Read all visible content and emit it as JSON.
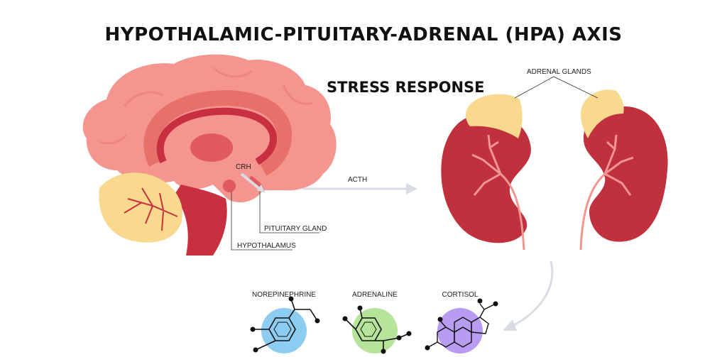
{
  "title": "HYPOTHALAMIC-PITUITARY-ADRENAL (HPA) AXIS",
  "subtitle": "STRESS RESPONSE",
  "labels": {
    "crh": "CRH",
    "acth": "ACTH",
    "pituitary": "PITUITARY GLAND",
    "hypothalamus": "HYPOTHALAMUS",
    "adrenal": "ADRENAL GLANDS"
  },
  "molecules": [
    {
      "name": "NOREPINEPHRINE",
      "color": "#8ecdf2"
    },
    {
      "name": "ADRENALINE",
      "color": "#b5e49a"
    },
    {
      "name": "CORTISOL",
      "color": "#b79cf2"
    }
  ],
  "colors": {
    "brain": "#f4958f",
    "brain_dark": "#e8706b",
    "deep_red": "#c9303f",
    "cerebellum": "#f8d98e",
    "kidney": "#c1313d",
    "adrenal": "#f8d98e",
    "arrow": "#d9dce3"
  }
}
